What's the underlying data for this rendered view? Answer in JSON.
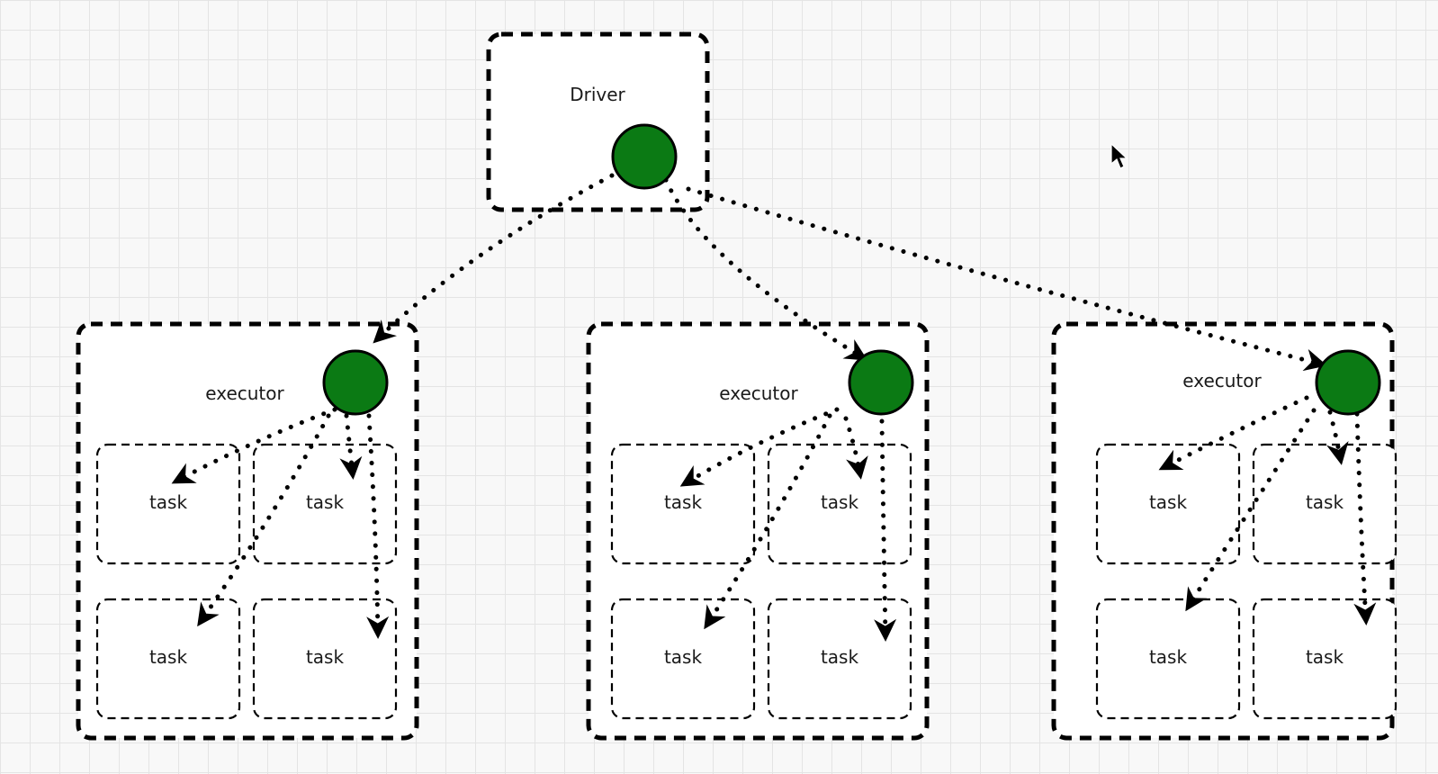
{
  "driver": {
    "label": "Driver"
  },
  "executors": [
    {
      "label": "executor",
      "tasks": [
        "task",
        "task",
        "task",
        "task"
      ]
    },
    {
      "label": "executor",
      "tasks": [
        "task",
        "task",
        "task",
        "task"
      ]
    },
    {
      "label": "executor",
      "tasks": [
        "task",
        "task",
        "task",
        "task"
      ]
    }
  ],
  "colors": {
    "node_fill": "#0b7a14",
    "box_fill": "#ffffff",
    "stroke": "#000000",
    "grid": "#e4e4e4"
  },
  "icons": {
    "cursor": "mouse-pointer-icon"
  }
}
